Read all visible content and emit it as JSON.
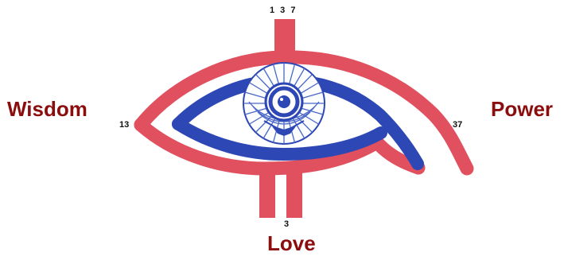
{
  "labels": {
    "wisdom": "Wisdom",
    "power": "Power",
    "love": "Love",
    "top_number": "1 3 7",
    "left_number": "13",
    "right_number": "37",
    "bottom_number": "3"
  },
  "colors": {
    "red": "#e1505f",
    "blue": "#2d47b5",
    "label": "#8b0d0d"
  },
  "icon": "eye-of-horus-symbol"
}
